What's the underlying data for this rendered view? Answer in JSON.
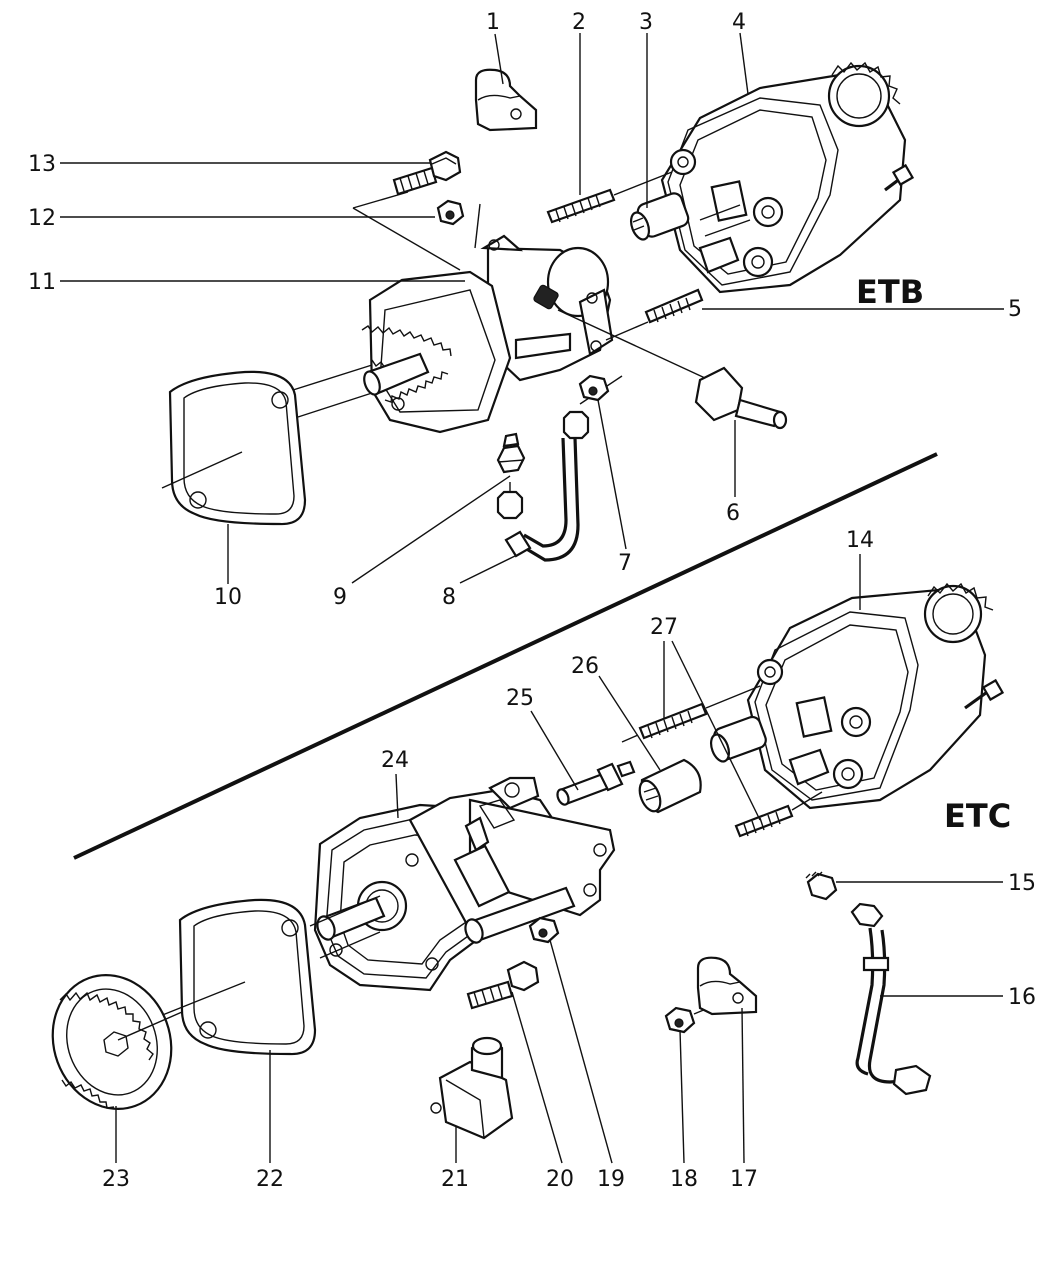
{
  "variants": {
    "top": "ETB",
    "bottom": "ETC"
  },
  "callouts": [
    "1",
    "2",
    "3",
    "4",
    "5",
    "6",
    "7",
    "8",
    "9",
    "10",
    "11",
    "12",
    "13",
    "14",
    "15",
    "16",
    "17",
    "18",
    "19",
    "20",
    "21",
    "22",
    "23",
    "24",
    "25",
    "26",
    "27"
  ]
}
